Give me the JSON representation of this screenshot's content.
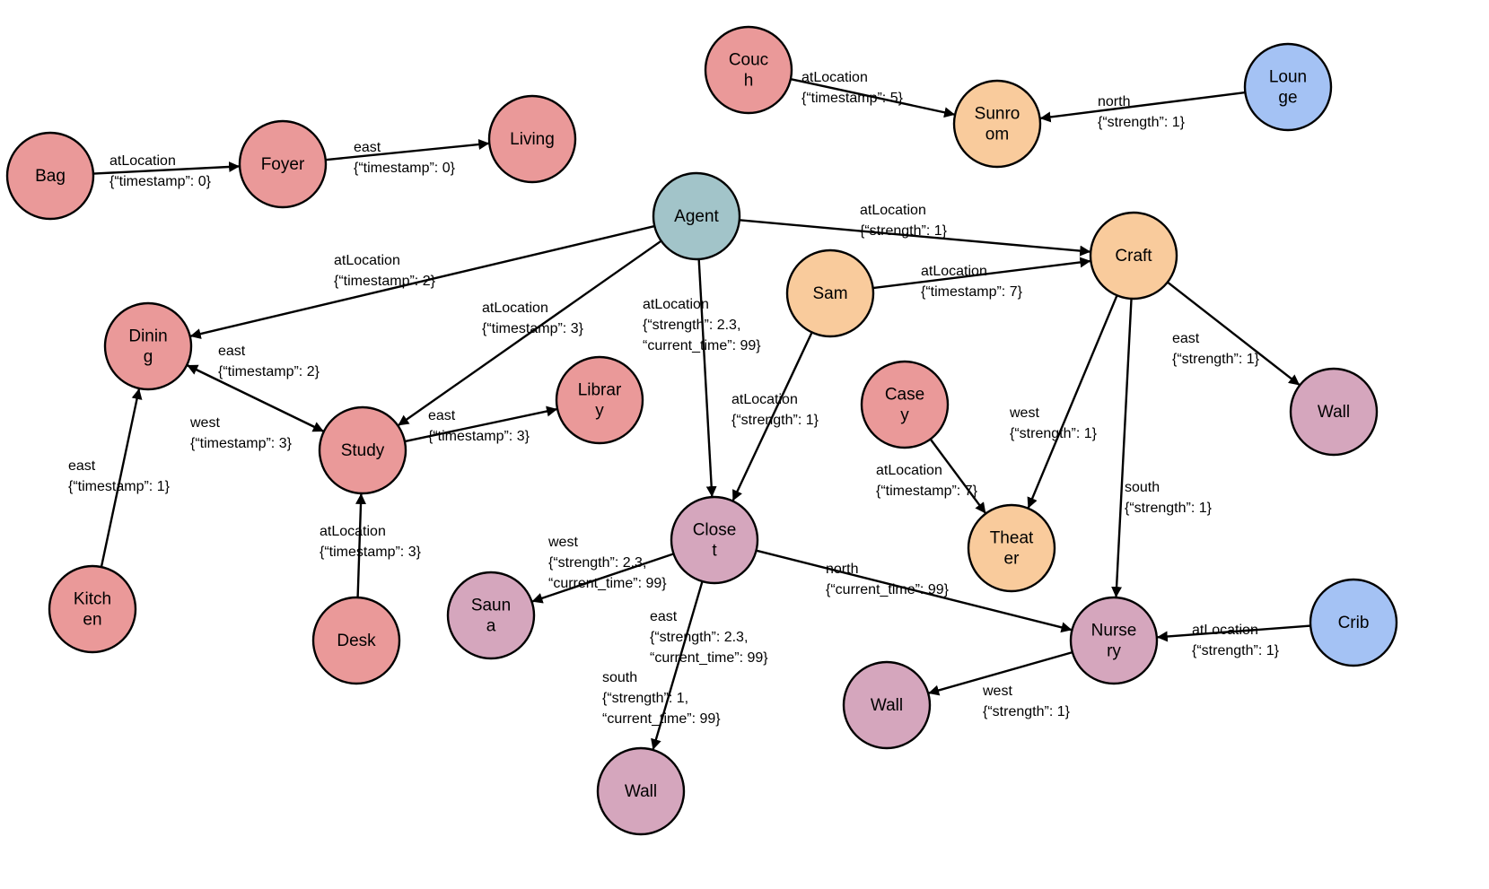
{
  "colors": {
    "red": "#ea9999",
    "orange": "#f9cb9c",
    "blue": "#a4c2f4",
    "teal": "#a2c4c9",
    "pink": "#d5a6bd"
  },
  "nodes": [
    {
      "id": "bag",
      "lines": [
        "Bag"
      ],
      "color": "red"
    },
    {
      "id": "foyer",
      "lines": [
        "Foyer"
      ],
      "color": "red"
    },
    {
      "id": "living",
      "lines": [
        "Living"
      ],
      "color": "red"
    },
    {
      "id": "couch",
      "lines": [
        "Couc",
        "h"
      ],
      "color": "red"
    },
    {
      "id": "sunroom",
      "lines": [
        "Sunro",
        "om"
      ],
      "color": "orange"
    },
    {
      "id": "lounge",
      "lines": [
        "Loun",
        "ge"
      ],
      "color": "blue"
    },
    {
      "id": "agent",
      "lines": [
        "Agent"
      ],
      "color": "teal"
    },
    {
      "id": "craft",
      "lines": [
        "Craft"
      ],
      "color": "orange"
    },
    {
      "id": "sam",
      "lines": [
        "Sam"
      ],
      "color": "orange"
    },
    {
      "id": "dining",
      "lines": [
        "Dinin",
        "g"
      ],
      "color": "red"
    },
    {
      "id": "study",
      "lines": [
        "Study"
      ],
      "color": "red"
    },
    {
      "id": "library",
      "lines": [
        "Librar",
        "y"
      ],
      "color": "red"
    },
    {
      "id": "kitchen",
      "lines": [
        "Kitch",
        "en"
      ],
      "color": "red"
    },
    {
      "id": "desk",
      "lines": [
        "Desk"
      ],
      "color": "red"
    },
    {
      "id": "closet",
      "lines": [
        "Close",
        "t"
      ],
      "color": "pink"
    },
    {
      "id": "sauna",
      "lines": [
        "Saun",
        "a"
      ],
      "color": "pink"
    },
    {
      "id": "wall_bottom",
      "lines": [
        "Wall"
      ],
      "color": "pink"
    },
    {
      "id": "casey",
      "lines": [
        "Case",
        "y"
      ],
      "color": "red"
    },
    {
      "id": "theater",
      "lines": [
        "Theat",
        "er"
      ],
      "color": "orange"
    },
    {
      "id": "wall_right",
      "lines": [
        "Wall"
      ],
      "color": "pink"
    },
    {
      "id": "nursery",
      "lines": [
        "Nurse",
        "ry"
      ],
      "color": "pink"
    },
    {
      "id": "crib",
      "lines": [
        "Crib"
      ],
      "color": "blue"
    },
    {
      "id": "wall_mid",
      "lines": [
        "Wall"
      ],
      "color": "pink"
    }
  ],
  "edges": [
    {
      "from": "bag",
      "to": "foyer",
      "label": [
        "atLocation",
        "{“timestamp”: 0}"
      ]
    },
    {
      "from": "foyer",
      "to": "living",
      "label": [
        "east",
        "{“timestamp”: 0}"
      ]
    },
    {
      "from": "couch",
      "to": "sunroom",
      "label": [
        "atLocation",
        "{“timestamp”: 5}"
      ]
    },
    {
      "from": "lounge",
      "to": "sunroom",
      "label": [
        "north",
        "{“strength”: 1}"
      ]
    },
    {
      "from": "agent",
      "to": "craft",
      "label": [
        "atLocation",
        "{“strength”: 1}"
      ]
    },
    {
      "from": "agent",
      "to": "dining",
      "label": [
        "atLocation",
        "{“timestamp”: 2}"
      ]
    },
    {
      "from": "agent",
      "to": "study",
      "label": [
        "atLocation",
        "{“timestamp”: 3}"
      ]
    },
    {
      "from": "agent",
      "to": "closet",
      "label": [
        "atLocation",
        "{“strength”: 2.3,",
        "“current_time”: 99}"
      ]
    },
    {
      "from": "sam",
      "to": "craft",
      "label": [
        "atLocation",
        "{“timestamp”: 7}"
      ]
    },
    {
      "from": "sam",
      "to": "closet",
      "label": [
        "atLocation",
        "{“strength”: 1}"
      ]
    },
    {
      "from": "dining",
      "to": "study",
      "label": [
        "east",
        "{“timestamp”: 2}"
      ]
    },
    {
      "from": "study",
      "to": "dining",
      "label": [
        "west",
        "{“timestamp”: 3}"
      ]
    },
    {
      "from": "study",
      "to": "library",
      "label": [
        "east",
        "{“timestamp”: 3}"
      ]
    },
    {
      "from": "kitchen",
      "to": "dining",
      "label": [
        "east",
        "{“timestamp”: 1}"
      ]
    },
    {
      "from": "desk",
      "to": "study",
      "label": [
        "atLocation",
        "{“timestamp”: 3}"
      ]
    },
    {
      "from": "craft",
      "to": "wall_right",
      "label": [
        "east",
        "{“strength”: 1}"
      ]
    },
    {
      "from": "craft",
      "to": "theater",
      "label": [
        "west",
        "{“strength”: 1}"
      ]
    },
    {
      "from": "craft",
      "to": "nursery",
      "label": [
        "south",
        "{“strength”: 1}"
      ]
    },
    {
      "from": "casey",
      "to": "theater",
      "label": [
        "atLocation",
        "{“timestamp”: 7}"
      ]
    },
    {
      "from": "closet",
      "to": "sauna",
      "label": [
        "west",
        "{“strength”: 2.3,",
        "“current_time”: 99}"
      ]
    },
    {
      "from": "closet",
      "to": "wall_bottom",
      "label": [
        "east",
        "{“strength”: 2.3,",
        "“current_time”: 99}"
      ]
    },
    {
      "from": "closet",
      "to": "nursery",
      "label": [
        "north",
        "{“current_time”: 99}"
      ]
    },
    {
      "from": "crib",
      "to": "nursery",
      "label": [
        "atLocation",
        "{“strength”: 1}"
      ]
    },
    {
      "from": "nursery",
      "to": "wall_mid",
      "label": [
        "west",
        "{“strength”: 1}"
      ]
    },
    {
      "from": "closet",
      "to": "wall_bottom",
      "label": [
        "south",
        "{“strength”: 1,",
        "“current_time”: 99}"
      ],
      "label_only": true
    }
  ]
}
